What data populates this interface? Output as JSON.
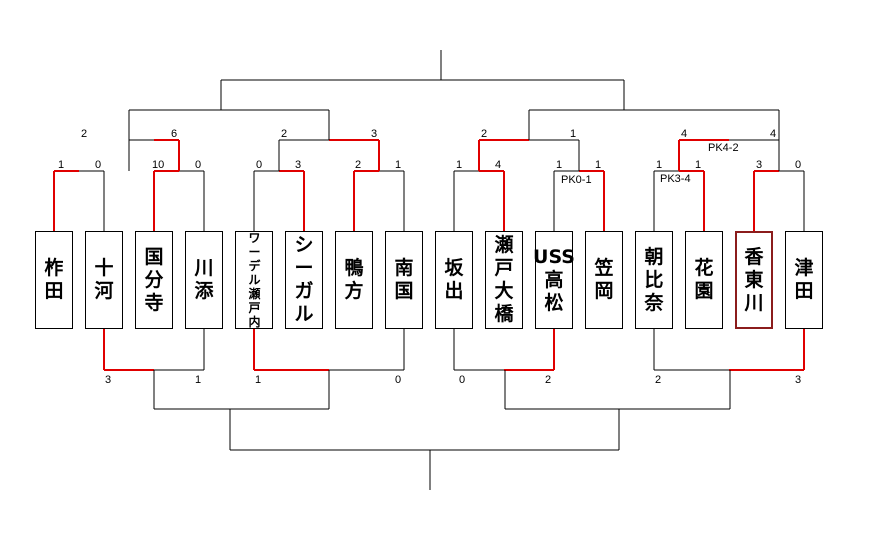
{
  "theme": {
    "line_color": "#000000",
    "winner_color": "#e00000",
    "selected_border": "#8b1c1c"
  },
  "teams": [
    {
      "lines": [
        "柞",
        "田"
      ]
    },
    {
      "lines": [
        "十",
        "河"
      ]
    },
    {
      "lines": [
        "国",
        "分",
        "寺"
      ]
    },
    {
      "lines": [
        "川",
        "添"
      ]
    },
    {
      "lines": [
        "ワ",
        "ー",
        "デ",
        "ル",
        "瀬",
        "戸",
        "内"
      ]
    },
    {
      "lines": [
        "シ",
        "ー",
        "ガ",
        "ル"
      ]
    },
    {
      "lines": [
        "鴨",
        "方"
      ]
    },
    {
      "lines": [
        "南",
        "国"
      ]
    },
    {
      "lines": [
        "坂",
        "出"
      ]
    },
    {
      "lines": [
        "瀬",
        "戸",
        "大",
        "橋"
      ]
    },
    {
      "lines": [
        "USS",
        "高",
        "松"
      ]
    },
    {
      "lines": [
        "笠",
        "岡"
      ]
    },
    {
      "lines": [
        "朝",
        "比",
        "奈"
      ]
    },
    {
      "lines": [
        "花",
        "園"
      ]
    },
    {
      "lines": [
        "香",
        "東",
        "川"
      ]
    },
    {
      "lines": [
        "津",
        "田"
      ]
    }
  ],
  "scores": {
    "top_r1": [
      "1",
      "0",
      "10",
      "0",
      "0",
      "3",
      "2",
      "1",
      "1",
      "4",
      "1",
      "1",
      "1",
      "1",
      "3",
      "0"
    ],
    "top_r2": [
      "2",
      "6",
      "2",
      "3",
      "2",
      "1",
      "4",
      "4"
    ],
    "bottom_r1": [
      "3",
      "1",
      "1",
      "0",
      "0",
      "2",
      "2",
      "3"
    ]
  },
  "pk": [
    "PK0-1",
    "PK3-4",
    "PK4-2"
  ]
}
